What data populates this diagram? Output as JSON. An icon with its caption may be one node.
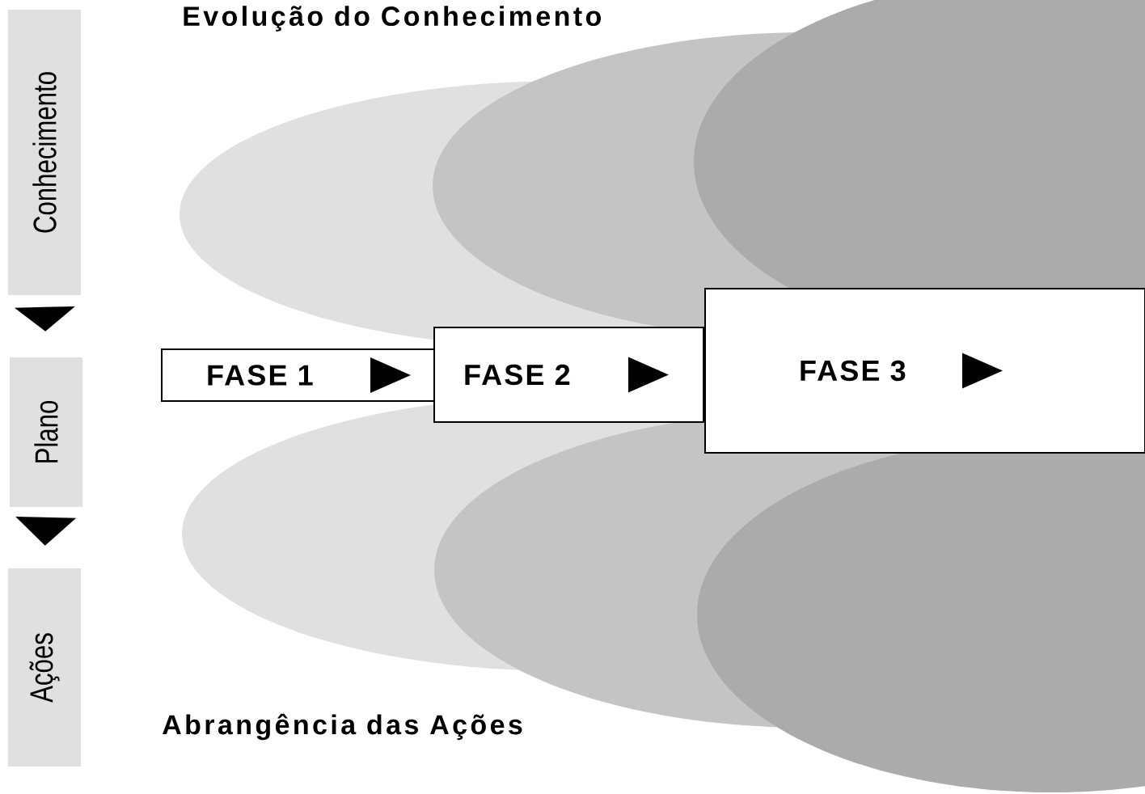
{
  "diagram": {
    "nodes": [
      {
        "text": [
          "Conhecimento"
        ]
      },
      {
        "text": [
          "Plano"
        ]
      },
      {
        "text": [
          "Ações"
        ]
      },
      {
        "text": [
          "FASE 1"
        ]
      },
      {
        "text": [
          "FASE 2"
        ]
      },
      {
        "text": [
          "FASE 3"
        ]
      }
    ],
    "edges": [
      {
        "from": 0,
        "to": 1,
        "arrow": "to"
      },
      {
        "from": 1,
        "to": 2,
        "arrow": "to"
      }
    ],
    "labels": [
      "Evolução do Conhecimento",
      "Abrangência das Ações"
    ]
  }
}
